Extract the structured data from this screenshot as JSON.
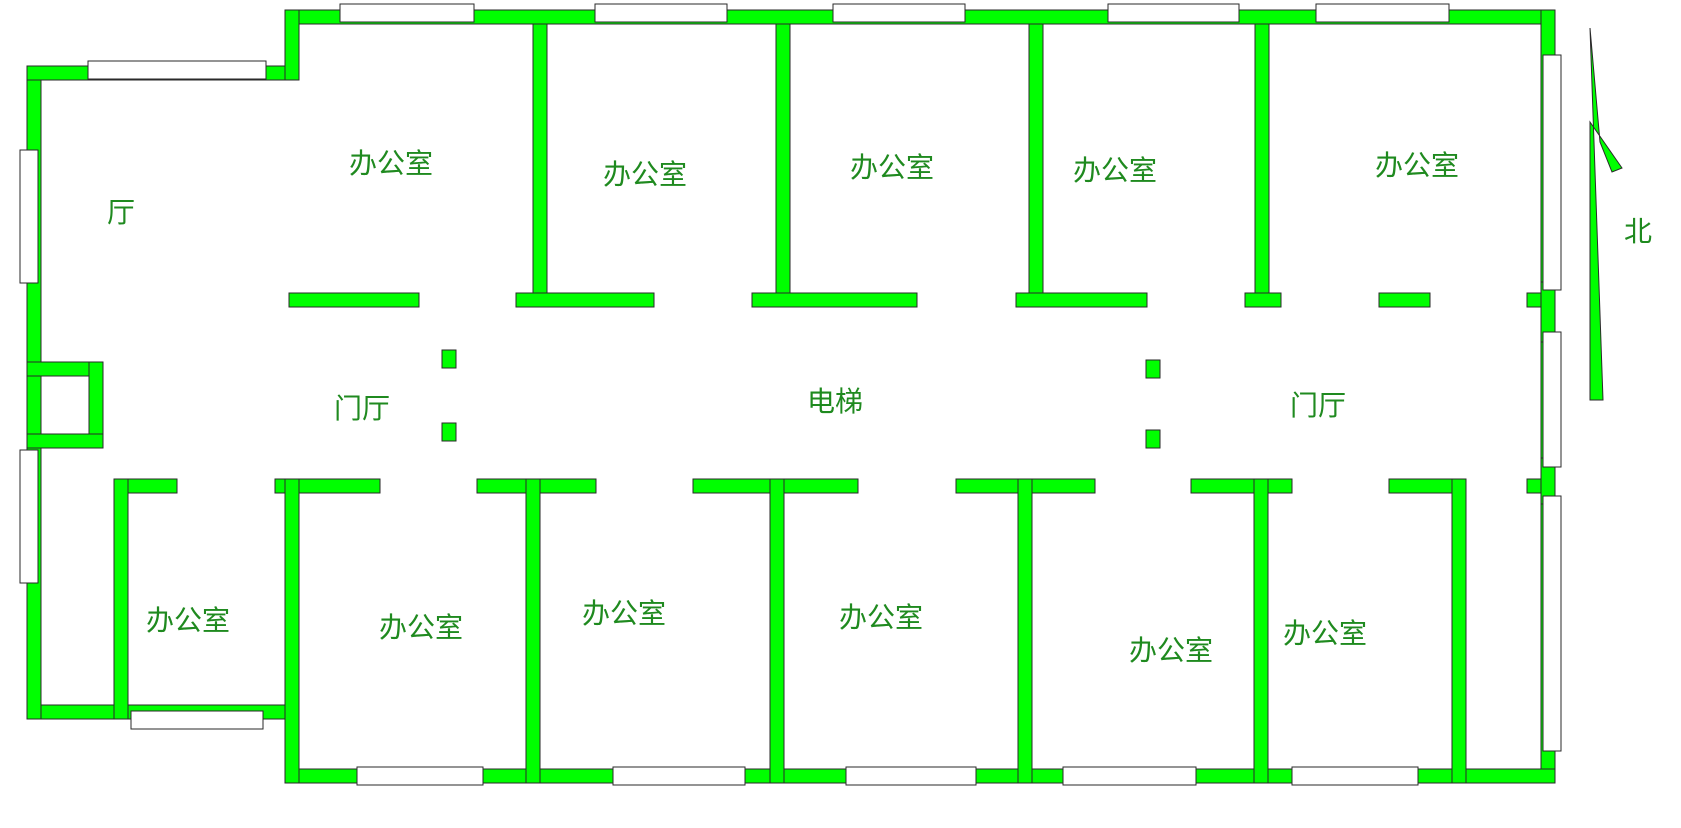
{
  "colors": {
    "wall": "#00ff00",
    "outline": "#2a2a2a",
    "label": "#1f8a1f",
    "background": "#ffffff"
  },
  "labels": {
    "hall": "厅",
    "office": "办公室",
    "lobby": "门厅",
    "elevator": "电梯",
    "north": "北"
  },
  "north_arrow_icon": "north-arrow-icon"
}
